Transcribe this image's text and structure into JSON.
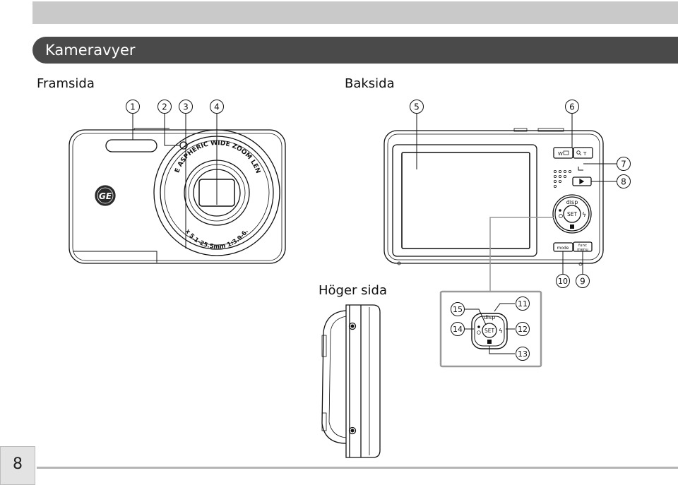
{
  "header": {
    "title": "Kameravyer"
  },
  "sections": {
    "front": "Framsida",
    "back": "Baksida",
    "side": "Höger sida"
  },
  "callouts": [
    "1",
    "2",
    "3",
    "4",
    "5",
    "6",
    "7",
    "8",
    "9",
    "10",
    "11",
    "12",
    "13",
    "14",
    "15"
  ],
  "camera": {
    "lens_top_text": "GE ASPHERIC WIDE ZOOM LENS",
    "lens_bottom_text": "5x 5.1-25.5mm 1:3.9-6.3",
    "logo_text": "GE",
    "button_wide": "W",
    "button_tele": "T",
    "button_disp": "disp",
    "button_set": "SET",
    "button_mode": "mode",
    "button_func": "func",
    "button_menu": "menu"
  },
  "footer": {
    "page_number": "8"
  }
}
